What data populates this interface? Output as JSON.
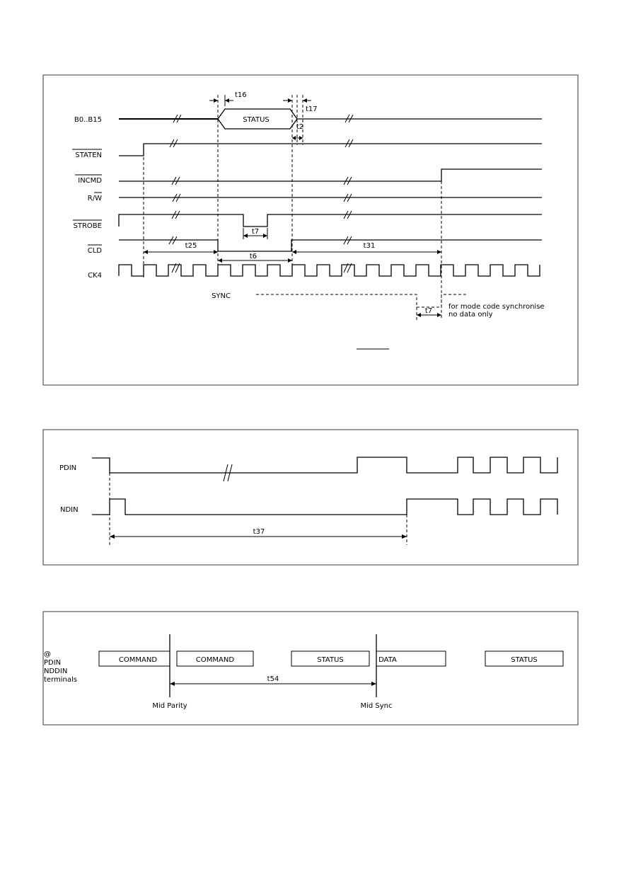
{
  "diagram1": {
    "signals": {
      "b0b15": "B0..B15",
      "staten": "STATEN",
      "incmd": "INCMD",
      "rw": "R/W",
      "strobe": "STROBE",
      "cld": "CLD",
      "ck4": "CK4",
      "sync": "SYNC"
    },
    "bus_label": "STATUS",
    "timings": {
      "t16": "t16",
      "t17": "t17",
      "t2": "t2",
      "t7": "t7",
      "t25": "t25",
      "t6": "t6",
      "t31": "t31",
      "t7b": "t7"
    },
    "note_line1": "for mode code synchronise",
    "note_line2": "no data only"
  },
  "diagram2": {
    "signals": {
      "pdin": "PDIN",
      "ndin": "NDIN"
    },
    "timing": "t37"
  },
  "diagram3": {
    "terminals_line1": "@",
    "terminals_line2": "PDIN",
    "terminals_line3": "NDDIN",
    "terminals_line4": "terminals",
    "words": [
      "COMMAND",
      "COMMAND",
      "STATUS",
      "DATA",
      "STATUS"
    ],
    "timing": "t54",
    "marker_left": "Mid Parity",
    "marker_right": "Mid Sync"
  }
}
